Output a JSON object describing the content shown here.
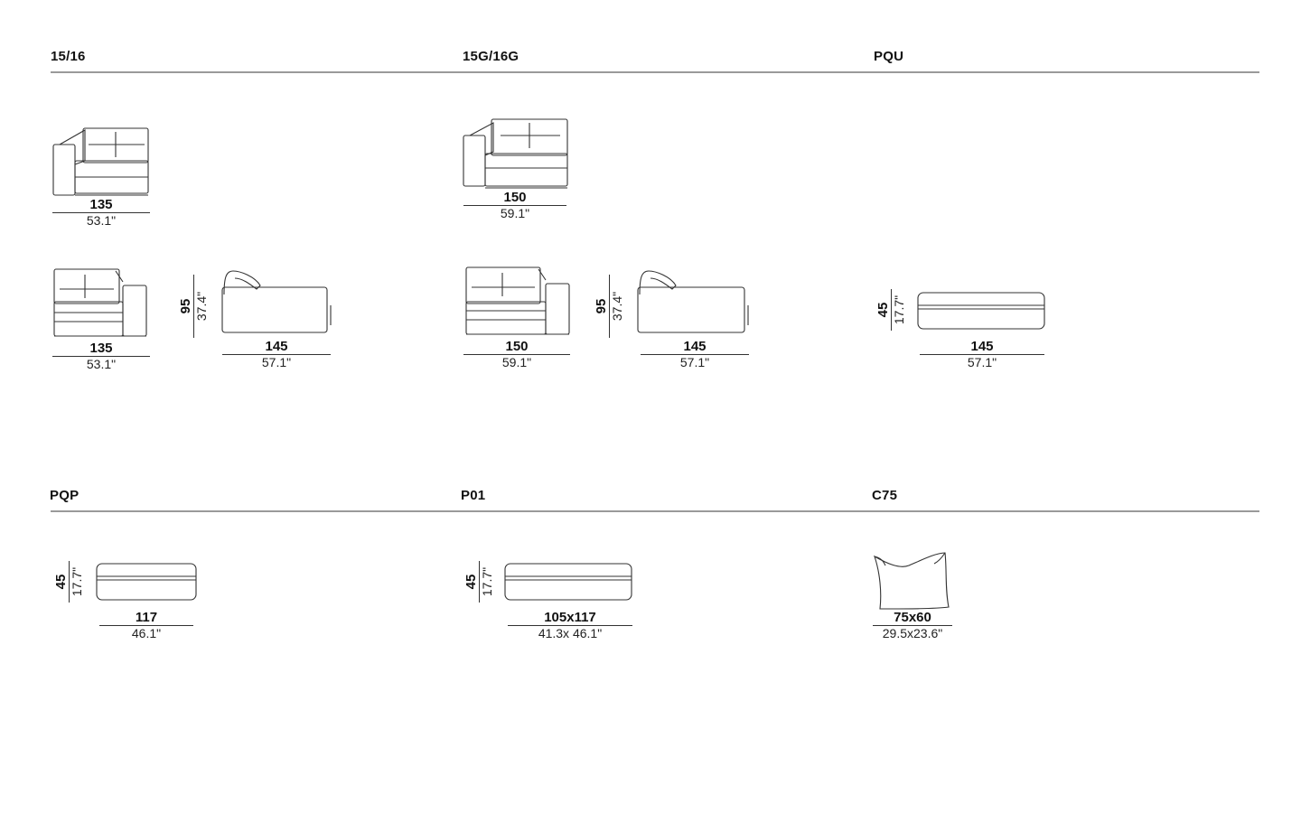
{
  "sections": {
    "s1516": {
      "title": "15/16"
    },
    "s15g16g": {
      "title": "15G/16G"
    },
    "pqu": {
      "title": "PQU"
    },
    "pqp": {
      "title": "PQP"
    },
    "p01": {
      "title": "P01"
    },
    "c75": {
      "title": "C75"
    }
  },
  "dims": {
    "a_w": {
      "cm": "135",
      "in": "53.1\""
    },
    "b_w": {
      "cm": "135",
      "in": "53.1\""
    },
    "c_h": {
      "cm": "95",
      "in": "37.4\""
    },
    "c_w": {
      "cm": "145",
      "in": "57.1\""
    },
    "d_w": {
      "cm": "150",
      "in": "59.1\""
    },
    "e_w": {
      "cm": "150",
      "in": "59.1\""
    },
    "f_h": {
      "cm": "95",
      "in": "37.4\""
    },
    "f_w": {
      "cm": "145",
      "in": "57.1\""
    },
    "g_h": {
      "cm": "45",
      "in": "17.7\""
    },
    "g_w": {
      "cm": "145",
      "in": "57.1\""
    },
    "h_h": {
      "cm": "45",
      "in": "17.7\""
    },
    "h_w": {
      "cm": "117",
      "in": "46.1\""
    },
    "i_h": {
      "cm": "45",
      "in": "17.7\""
    },
    "i_w": {
      "cm": "105x117",
      "in": "41.3x 46.1\""
    },
    "j_w": {
      "cm": "75x60",
      "in": "29.5x23.6\""
    }
  },
  "colors": {
    "rule": "#9a9a9a",
    "line": "#333333"
  }
}
